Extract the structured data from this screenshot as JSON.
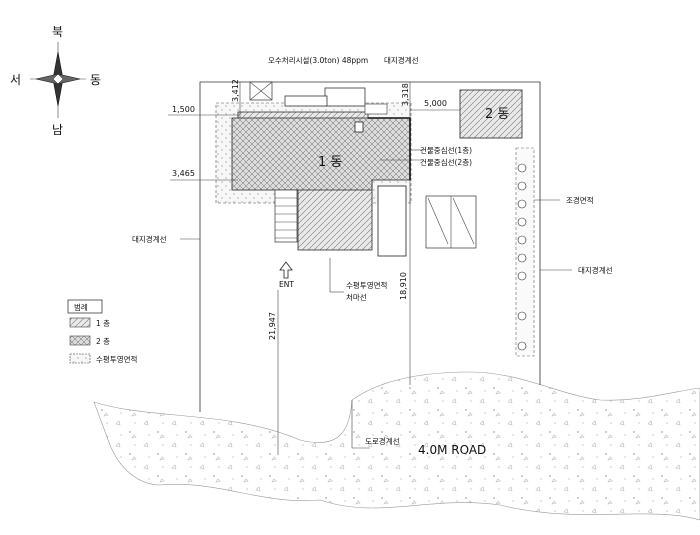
{
  "compass": {
    "north": "북",
    "south": "남",
    "east": "동",
    "west": "서"
  },
  "labels": {
    "septic_note": "오수처리시설(3.0ton) 48ppm",
    "boundary_top": "대지경계선",
    "building1": "1 동",
    "building2": "2 동",
    "center_line_1f": "건물중심선(1층)",
    "center_line_2f": "건물중심선(2층)",
    "landscape_area": "조경면적",
    "boundary_right": "대지경계선",
    "boundary_left": "대지경계선",
    "horizontal_projection": "수평투영면적",
    "eaves_line": "처마선",
    "entrance": "ENT",
    "road_line": "도로경계선",
    "road": "4.0M ROAD"
  },
  "dimensions": {
    "d1500": "1,500",
    "d3412": "3,412",
    "d3318": "3,318",
    "d5000": "5,000",
    "d3465": "3,465",
    "d21947": "21,947",
    "d18910": "18,910"
  },
  "legend": {
    "title": "범례",
    "items": [
      "1 층",
      "2 층",
      "수평투영면적"
    ]
  }
}
